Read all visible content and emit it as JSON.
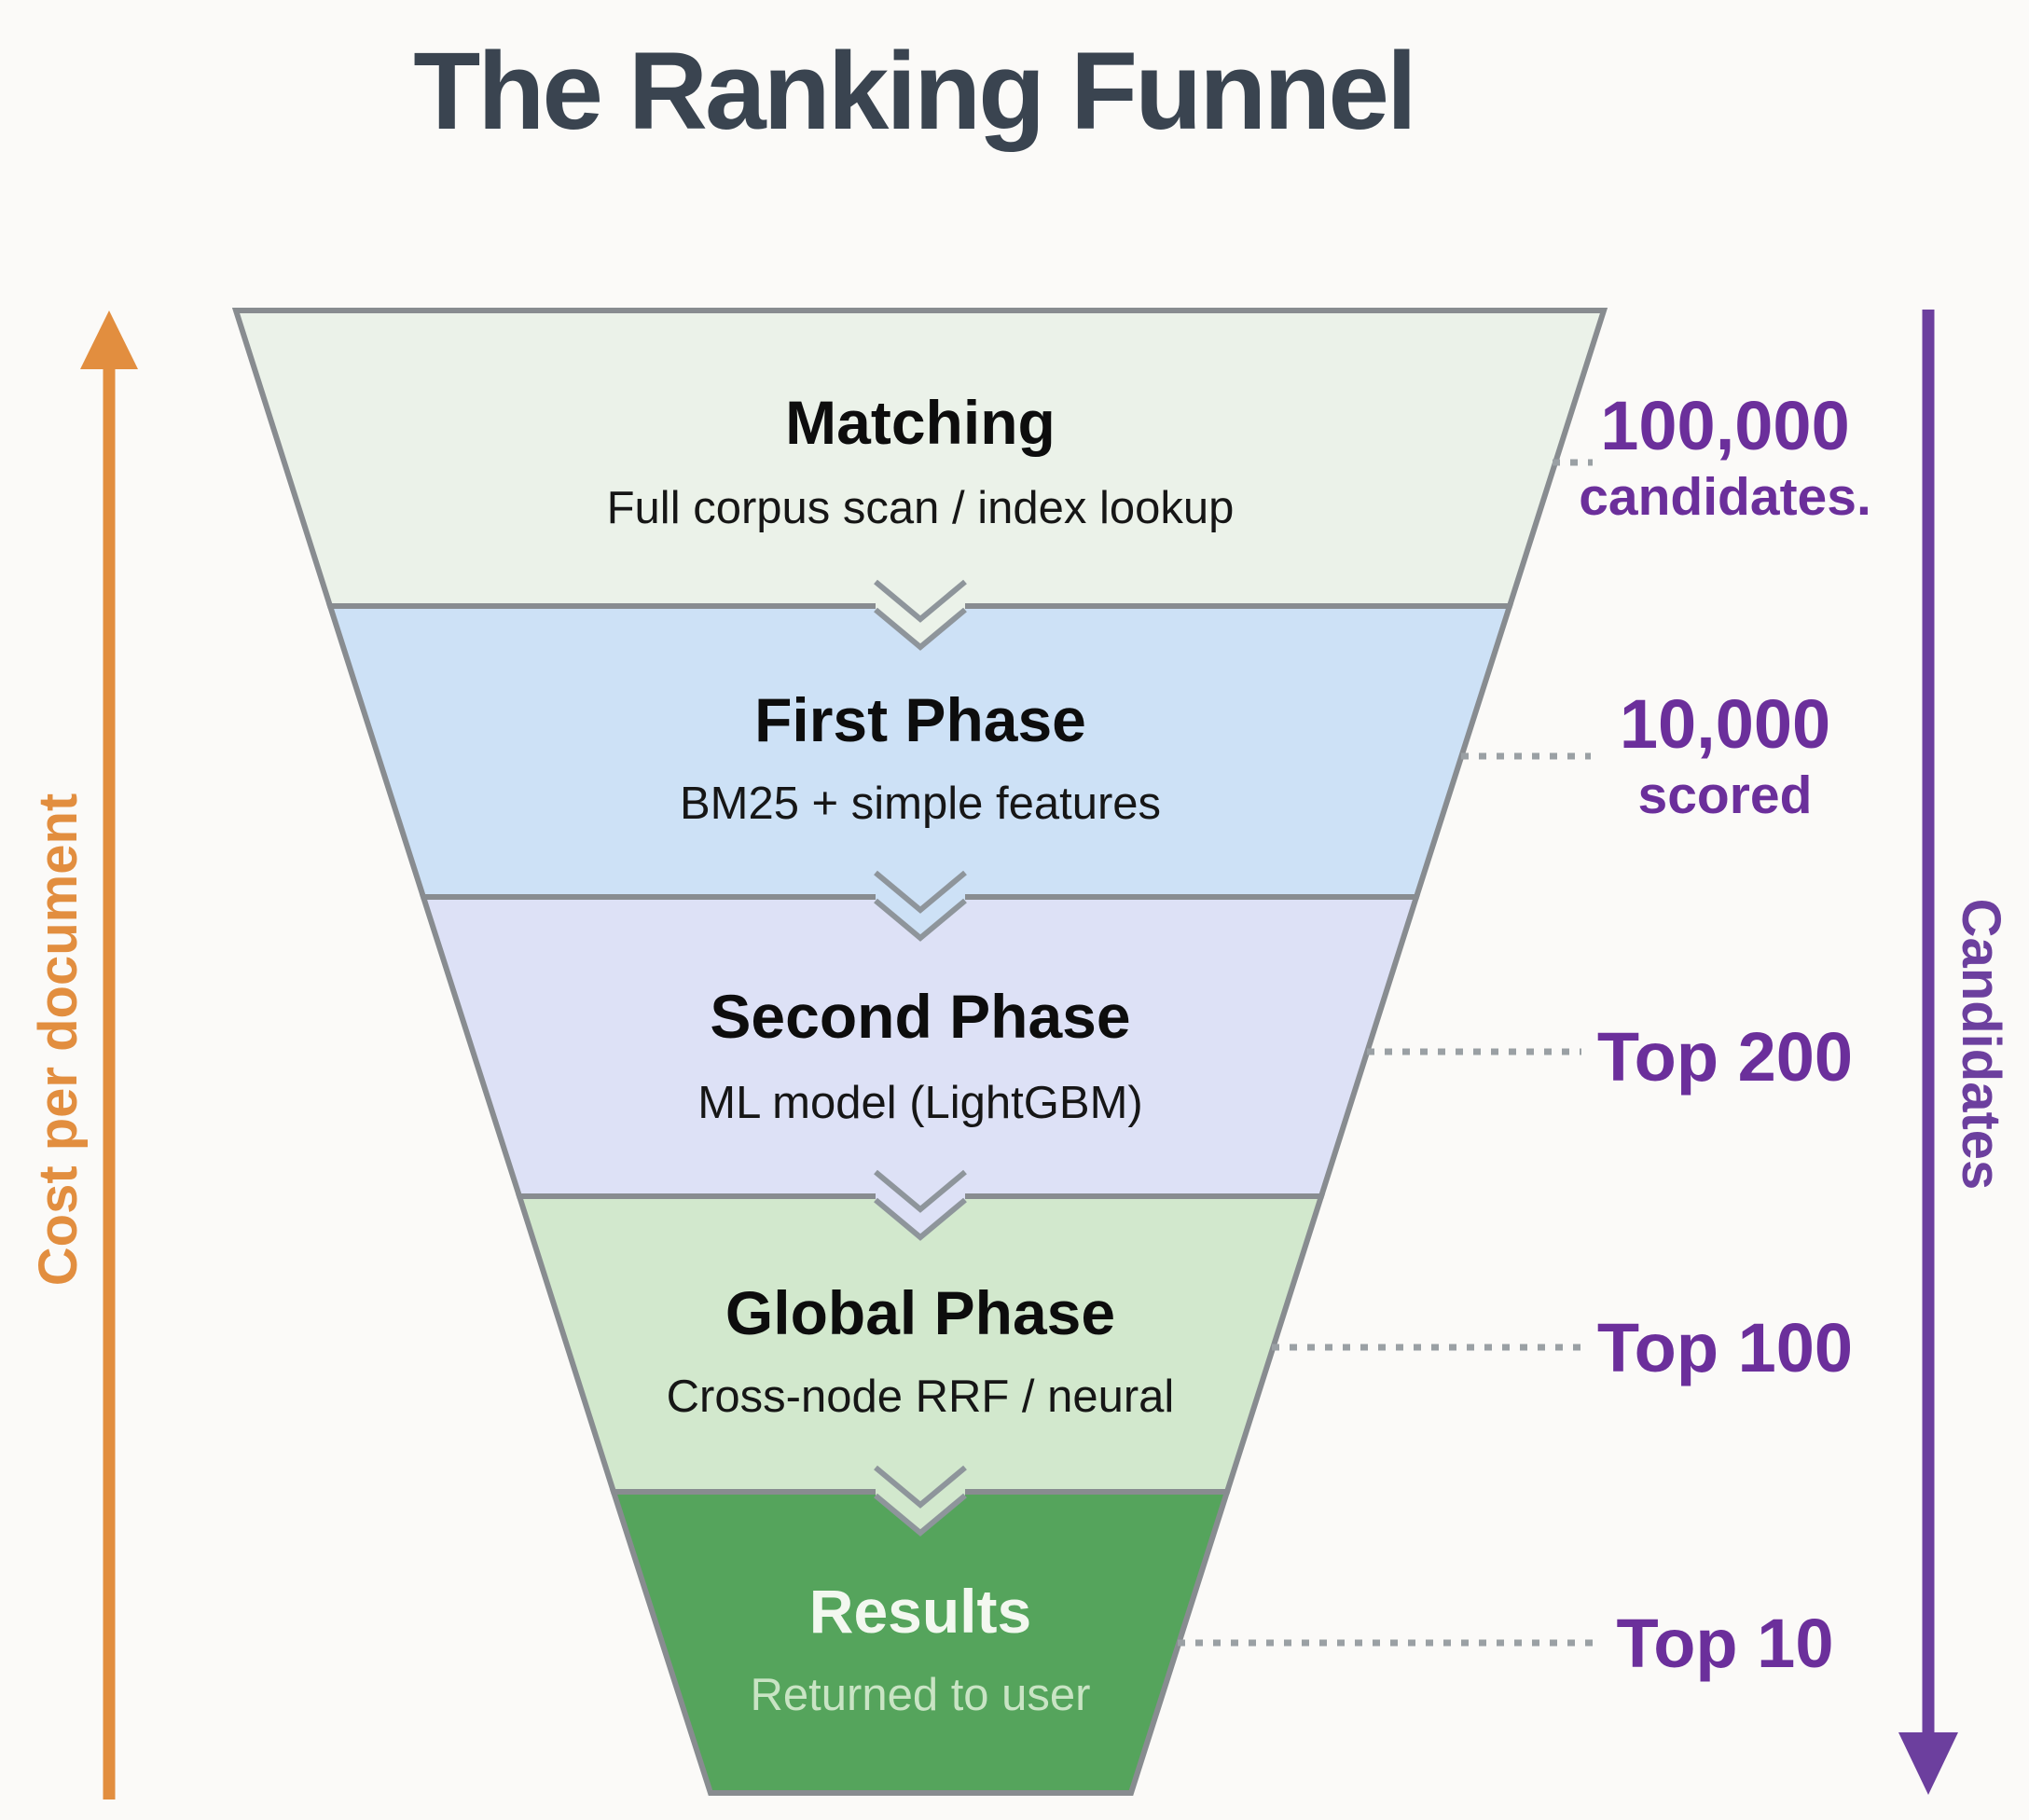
{
  "title": "The Ranking Funnel",
  "axes": {
    "left": {
      "label": "Cost per document",
      "direction": "up",
      "color": "#e28e3f"
    },
    "right": {
      "label": "Candidates",
      "direction": "down",
      "color": "#6c3f9e"
    }
  },
  "funnel": {
    "stages": [
      {
        "name": "Matching",
        "description": "Full corpus scan / index lookup",
        "fill": "#ebf2e9",
        "count_line1": "100,000",
        "count_line2": "candidates."
      },
      {
        "name": "First Phase",
        "description": "BM25 + simple features",
        "fill": "#cde1f6",
        "count_line1": "10,000",
        "count_line2": "scored"
      },
      {
        "name": "Second Phase",
        "description": "ML model (LightGBM)",
        "fill": "#dde1f6",
        "count_line1": "Top 200",
        "count_line2": ""
      },
      {
        "name": "Global Phase",
        "description": "Cross-node RRF / neural",
        "fill": "#d2e8cd",
        "count_line1": "Top 100",
        "count_line2": ""
      },
      {
        "name": "Results",
        "description": "Returned to user",
        "fill": "#55a45c",
        "count_line1": "Top 10",
        "count_line2": ""
      }
    ]
  },
  "colors": {
    "background": "#fbfaf8",
    "title_text": "#3a4450",
    "stage_heading_text": "#0d0d0d",
    "results_heading_text": "#f3f8f0",
    "results_sub_text": "#c9e4c4",
    "count_text": "#6b2f9b",
    "border_gray": "#888c90",
    "chevron_gray": "#8e959b",
    "leader_dots": "#9aa0a4"
  }
}
